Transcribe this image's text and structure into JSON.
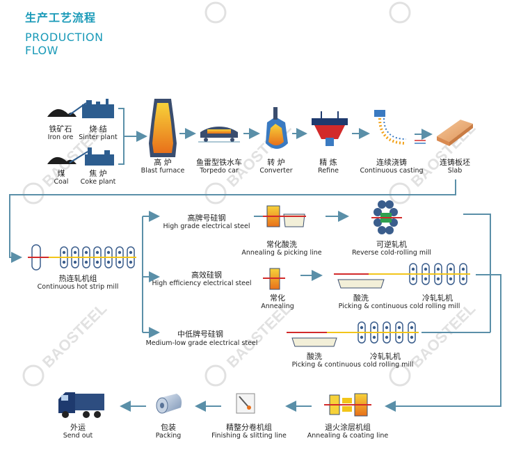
{
  "header": {
    "title_cn": "生产工艺流程",
    "title_en_line1": "PRODUCTION",
    "title_en_line2": "FLOW"
  },
  "watermark": {
    "text": "BAOSTEEL"
  },
  "colors": {
    "accent": "#1a9ab8",
    "arrow": "#5a8fa8",
    "steel": "#3a4d6e",
    "hot": "#f2a21a",
    "red": "#d22a2a"
  },
  "row1": {
    "iron_ore": {
      "cn": "铁矿石",
      "en": "Iron ore"
    },
    "sinter": {
      "cn": "烧 结",
      "en": "Sinter plant"
    },
    "coal": {
      "cn": "煤",
      "en": "Coal"
    },
    "coke": {
      "cn": "焦 炉",
      "en": "Coke plant"
    },
    "blast_furnace": {
      "cn": "高 炉",
      "en": "Blast furnace"
    },
    "torpedo": {
      "cn": "鱼雷型铁水车",
      "en": "Torpedo car"
    },
    "converter": {
      "cn": "转 炉",
      "en": "Converter"
    },
    "refine": {
      "cn": "精 炼",
      "en": "Refine"
    },
    "casting": {
      "cn": "连续浇铸",
      "en": "Continuous casting"
    },
    "slab": {
      "cn": "连铸板坯",
      "en": "Slab"
    }
  },
  "row2": {
    "hot_strip": {
      "cn": "热连轧机组",
      "en": "Continuous hot strip mill"
    },
    "high_grade": {
      "cn": "高牌号硅钢",
      "en": "High grade electrical steel"
    },
    "annealing_pickling": {
      "cn": "常化酸洗",
      "en": "Annealing & picking line"
    },
    "reverse_mill": {
      "cn": "可逆轧机",
      "en": "Reverse cold-rolling mill"
    },
    "high_eff": {
      "cn": "高效硅钢",
      "en": "High efficiency electrical steel"
    },
    "annealing": {
      "cn": "常化",
      "en": "Annealing"
    },
    "pickling1": {
      "cn": "酸洗",
      "en": "Picking & continuous cold rolling mill"
    },
    "cold_mill1": {
      "cn": "冷轧轧机"
    },
    "medium_low": {
      "cn": "中低牌号硅钢",
      "en": "Medium-low grade electrical steel"
    },
    "pickling2": {
      "cn": "酸洗",
      "en": "Picking & continuous cold rolling mill"
    },
    "cold_mill2": {
      "cn": "冷轧轧机"
    }
  },
  "row3": {
    "send_out": {
      "cn": "外运",
      "en": "Send out"
    },
    "packing": {
      "cn": "包装",
      "en": "Packing"
    },
    "finishing": {
      "cn": "精整分卷机组",
      "en": "Finishing & slitting line"
    },
    "annealing_coating": {
      "cn": "退火涂层机组",
      "en": "Annealing & coating line"
    }
  }
}
